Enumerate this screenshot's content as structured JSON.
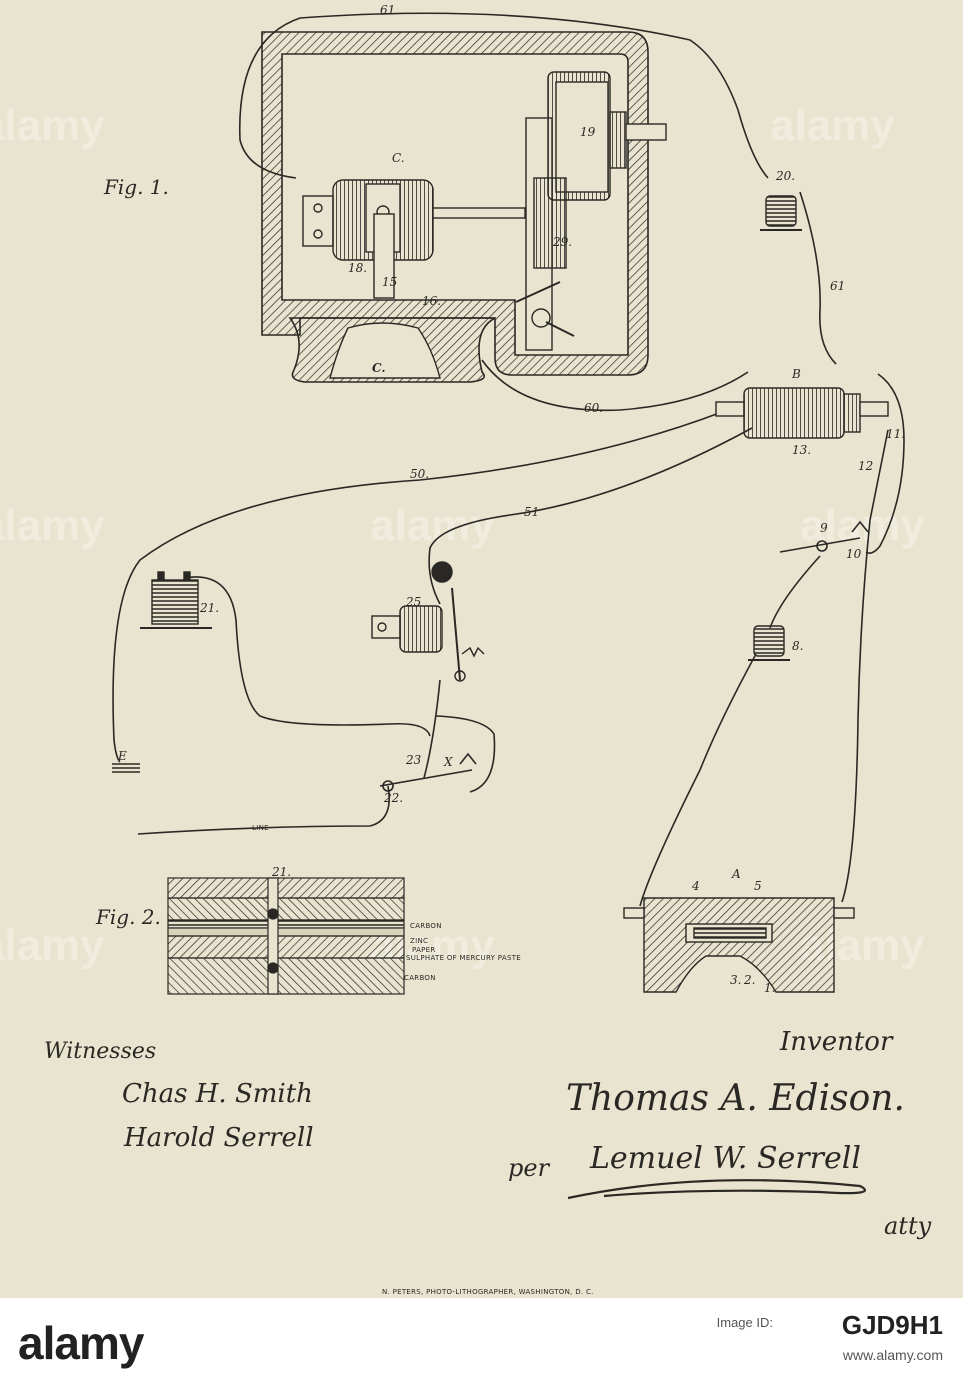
{
  "watermark": "alamy",
  "figures": {
    "fig1": "Fig. 1.",
    "fig2": "Fig. 2."
  },
  "component_labels": {
    "c_upper": "C.",
    "c_lower": "C.",
    "n19": "19",
    "n20": "20.",
    "n61_top": "61",
    "n61_side": "61",
    "n18": "18.",
    "n15": "15",
    "n16": "16.",
    "n29": "29.",
    "b": "B",
    "n13": "13.",
    "n11": "11.",
    "n12": "12",
    "n60": "60.",
    "n50": "50.",
    "n51": "51",
    "n9": "9",
    "n10": "10",
    "n21_battery": "21.",
    "n25": "25",
    "n8": "8.",
    "e": "E",
    "n23": "23",
    "x": "X",
    "n22": "22.",
    "line": "LINE",
    "n21_fig2": "21.",
    "a": "A",
    "n4": "4",
    "n5": "5",
    "n3": "3.",
    "n2": "2.",
    "n1": "1."
  },
  "fig2_layers": {
    "carbon_top": "CARBON",
    "zinc": "ZINC",
    "paper": "PAPER",
    "sulphate": "SULPHATE OF MERCURY PASTE",
    "carbon_bottom": "CARBON"
  },
  "signatures": {
    "witnesses_heading": "Witnesses",
    "witness1": "Chas H. Smith",
    "witness2": "Harold Serrell",
    "inventor_heading": "Inventor",
    "inventor_name": "Thomas A. Edison.",
    "per": "per",
    "attorney": "Lemuel W. Serrell",
    "atty": "atty"
  },
  "printer_credit": "N. PETERS, PHOTO-LITHOGRAPHER, WASHINGTON, D. C.",
  "footer": {
    "logo": "alamy",
    "image_id_label": "Image ID:",
    "image_id": "GJD9H1",
    "url": "www.alamy.com"
  },
  "colors": {
    "paper": "#e8e4cf",
    "ink": "#2a2824",
    "footer_bg": "#ffffff"
  }
}
